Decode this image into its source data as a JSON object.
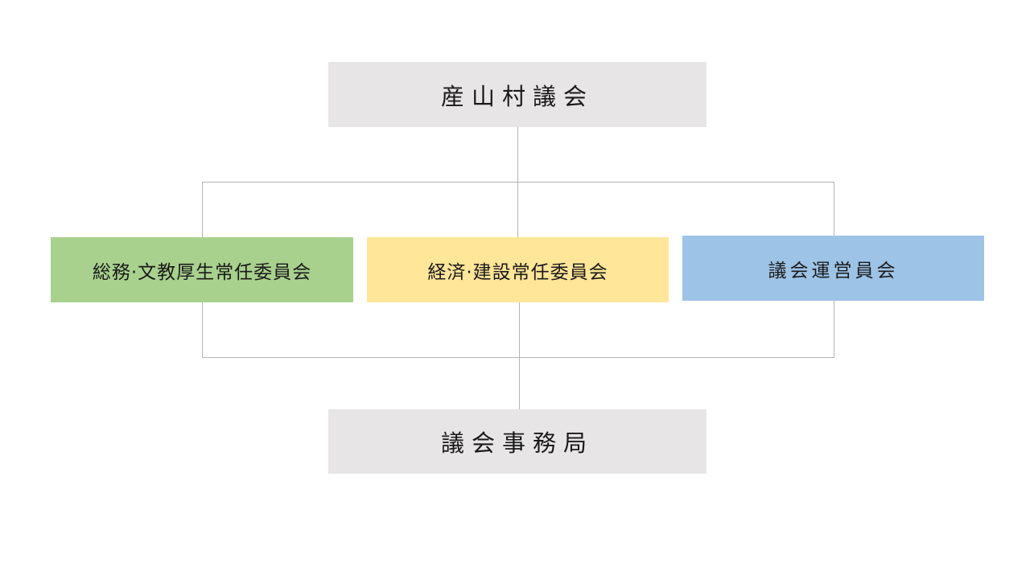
{
  "top": {
    "label": "産山村議会",
    "color": "#e7e5e6"
  },
  "committees": [
    {
      "label": "総務·文教厚生常任委員会",
      "color": "#a9d18e"
    },
    {
      "label": "経済·建設常任委員会",
      "color": "#ffe699"
    },
    {
      "label": "議会運営員会",
      "color": "#9dc3e6"
    }
  ],
  "bottom": {
    "label": "議会事務局",
    "color": "#e7e5e6"
  },
  "connector_color": "#b4b4b4"
}
